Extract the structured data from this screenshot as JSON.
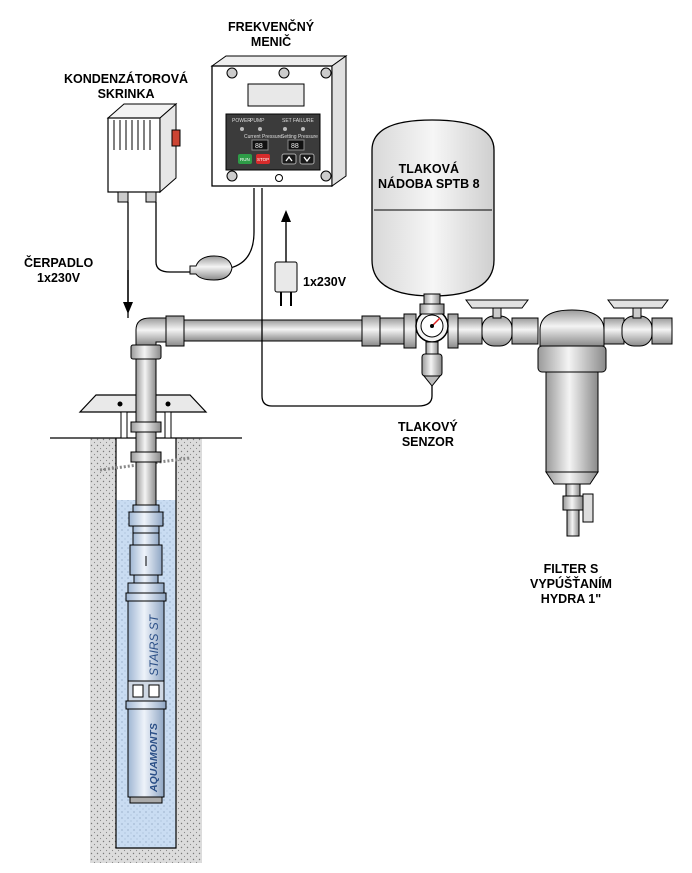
{
  "labels": {
    "frequency_converter": [
      "FREKVENČNÝ",
      "MENIČ"
    ],
    "capacitor_box": [
      "KONDENZÁTOROVÁ",
      "SKRINKA"
    ],
    "pump": [
      "ČERPADLO",
      "1x230V"
    ],
    "power_supply": "1x230V",
    "pressure_tank": [
      "TLAKOVÁ",
      "NÁDOBA SPTB 8"
    ],
    "pressure_sensor": [
      "TLAKOVÝ",
      "SENZOR"
    ],
    "filter": [
      "FILTER S",
      "VYPÚŠŤANÍM",
      "HYDRA 1\""
    ]
  },
  "controller_panel": {
    "power_label": "POWER",
    "pump_label": "PUMP",
    "set_label": "SET",
    "failure_label": "FAILURE",
    "current_pressure_label": "Current Pressure",
    "setting_pressure_label": "Setting Pressure",
    "display_left": "88",
    "display_right": "88",
    "run_button": "RUN",
    "stop_button": "STOP",
    "up_button": "⌃",
    "down_button": "⌄"
  },
  "pump_branding": {
    "motor_brand": "STAIRS ST",
    "pump_brand": "AQUAMONTS"
  },
  "colors": {
    "line": "#000000",
    "metal": "#e6e6e6",
    "water": "#c9dcf2",
    "soil": "#d9d9d9",
    "run_button": "#2e9b47",
    "stop_button": "#d62b2b"
  }
}
